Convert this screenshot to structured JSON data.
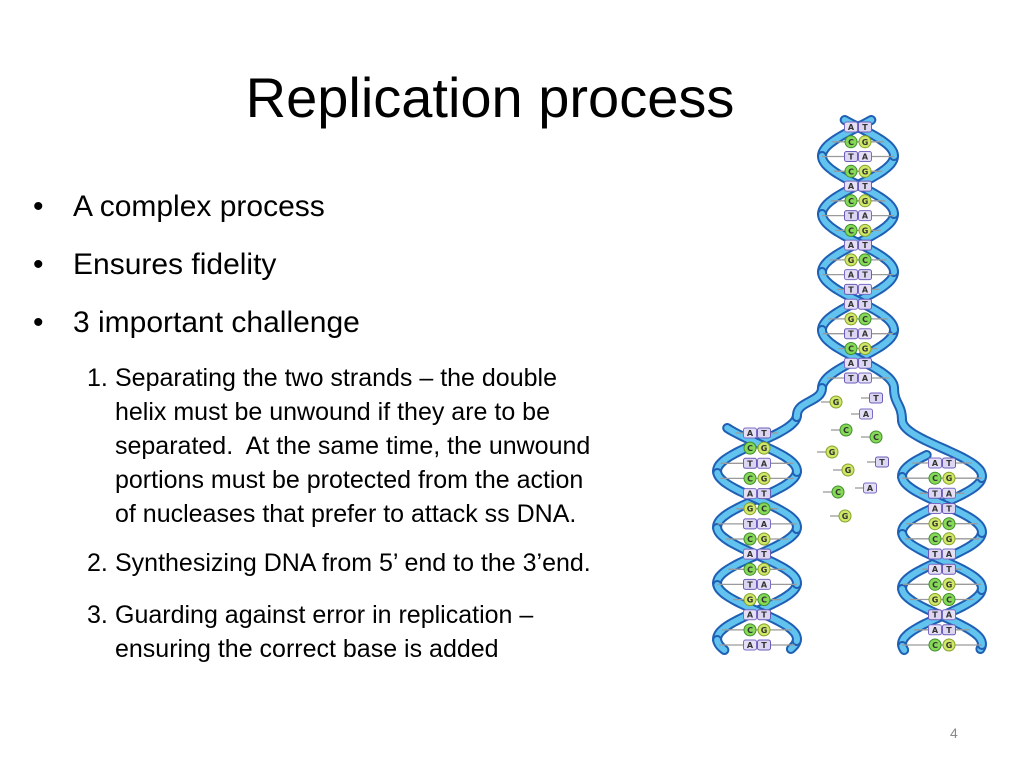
{
  "slide": {
    "title": "Replication process",
    "bullet_symbol": "•",
    "bullets": [
      "A complex process",
      "Ensures fidelity",
      "3 important challenge"
    ],
    "challenges": [
      {
        "number": "1.",
        "lines": [
          "Separating the two strands – the double",
          "helix must be unwound if they are to be",
          "separated.  At the same time, the unwound",
          "portions must be protected from the action",
          "of nucleases that prefer to attack ss DNA."
        ]
      },
      {
        "number": "2.",
        "lines": [
          "Synthesizing DNA from 5’ end to the 3’end."
        ]
      },
      {
        "number": "3.",
        "lines": [
          "Guarding against error in replication –",
          "ensuring the correct base is added"
        ]
      }
    ],
    "page_number": "4"
  },
  "figure": {
    "top_helix_pairs": [
      [
        "A",
        "T"
      ],
      [
        "C",
        "G"
      ],
      [
        "T",
        "A"
      ],
      [
        "C",
        "G"
      ],
      [
        "A",
        "T"
      ],
      [
        "C",
        "G"
      ],
      [
        "T",
        "A"
      ],
      [
        "C",
        "G"
      ],
      [
        "A",
        "T"
      ],
      [
        "G",
        "C"
      ],
      [
        "A",
        "T"
      ],
      [
        "T",
        "A"
      ],
      [
        "A",
        "T"
      ],
      [
        "G",
        "C"
      ],
      [
        "T",
        "A"
      ],
      [
        "C",
        "G"
      ],
      [
        "A",
        "T"
      ],
      [
        "T",
        "A"
      ]
    ],
    "left_helix_pairs": [
      [
        "A",
        "T"
      ],
      [
        "C",
        "G"
      ],
      [
        "T",
        "A"
      ],
      [
        "C",
        "G"
      ],
      [
        "A",
        "T"
      ],
      [
        "G",
        "C"
      ],
      [
        "T",
        "A"
      ],
      [
        "C",
        "G"
      ],
      [
        "A",
        "T"
      ],
      [
        "C",
        "G"
      ],
      [
        "T",
        "A"
      ],
      [
        "G",
        "C"
      ],
      [
        "A",
        "T"
      ],
      [
        "C",
        "G"
      ],
      [
        "A",
        "T"
      ]
    ],
    "right_helix_pairs": [
      [
        "A",
        "T"
      ],
      [
        "C",
        "G"
      ],
      [
        "T",
        "A"
      ],
      [
        "A",
        "T"
      ],
      [
        "G",
        "C"
      ],
      [
        "C",
        "G"
      ],
      [
        "T",
        "A"
      ],
      [
        "A",
        "T"
      ],
      [
        "C",
        "G"
      ],
      [
        "G",
        "C"
      ],
      [
        "T",
        "A"
      ],
      [
        "A",
        "T"
      ],
      [
        "C",
        "G"
      ]
    ],
    "free_nucleotides": [
      "G",
      "A",
      "T",
      "C",
      "C",
      "G",
      "T",
      "G",
      "C",
      "A",
      "G"
    ]
  },
  "colors": {
    "background": "#ffffff",
    "text": "#000000",
    "page_number": "#898989",
    "strand_outline": "#1f5fb4",
    "strand_fill": "#62c3ee",
    "rung": "#9a9a9a",
    "base_A": {
      "fill": "#e6e0f7",
      "stroke": "#7a6cc4"
    },
    "base_T": {
      "fill": "#dcd6f2",
      "stroke": "#6a5cb8"
    },
    "base_C": {
      "fill": "#86d957",
      "stroke": "#3f8f2b"
    },
    "base_G": {
      "fill": "#cfe867",
      "stroke": "#86a229"
    }
  }
}
